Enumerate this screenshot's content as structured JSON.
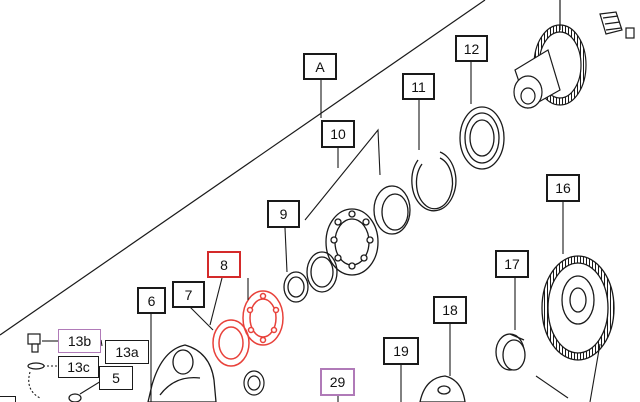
{
  "diagram": {
    "colors": {
      "line": "#1a1a1a",
      "highlight": "#e8413a",
      "highlight_border": "#d42a2a",
      "alt_border": "#b07ab8",
      "background": "#ffffff"
    },
    "callouts": [
      {
        "id": "A",
        "label": "A",
        "style": "normal"
      },
      {
        "id": "12",
        "label": "12",
        "style": "normal"
      },
      {
        "id": "11",
        "label": "11",
        "style": "normal"
      },
      {
        "id": "10",
        "label": "10",
        "style": "normal"
      },
      {
        "id": "9",
        "label": "9",
        "style": "normal"
      },
      {
        "id": "8",
        "label": "8",
        "style": "red"
      },
      {
        "id": "7",
        "label": "7",
        "style": "normal"
      },
      {
        "id": "6",
        "label": "6",
        "style": "normal"
      },
      {
        "id": "16",
        "label": "16",
        "style": "normal"
      },
      {
        "id": "17",
        "label": "17",
        "style": "normal"
      },
      {
        "id": "18",
        "label": "18",
        "style": "normal"
      },
      {
        "id": "19",
        "label": "19",
        "style": "normal"
      },
      {
        "id": "29",
        "label": "29",
        "style": "purple"
      },
      {
        "id": "13b",
        "label": "13b",
        "style": "purple"
      },
      {
        "id": "13a",
        "label": "13a",
        "style": "normal"
      },
      {
        "id": "13c",
        "label": "13c",
        "style": "normal"
      },
      {
        "id": "5",
        "label": "5",
        "style": "normal"
      }
    ]
  }
}
